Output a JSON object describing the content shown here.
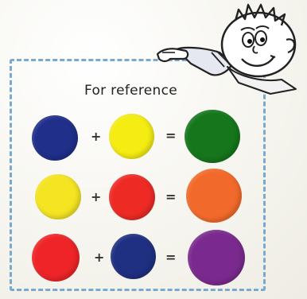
{
  "title": "For reference",
  "equations": [
    {
      "name": "blue-plus-yellow-equals-green",
      "first": "#1f2f8a",
      "second": "#f4ec12",
      "result": "#16761c",
      "plus": "+",
      "equals": "="
    },
    {
      "name": "yellow-plus-red-equals-orange",
      "first": "#f4e422",
      "second": "#ee2a25",
      "result": "#f26a2b",
      "plus": "+",
      "equals": "="
    },
    {
      "name": "red-plus-blue-equals-purple",
      "first": "#ee2428",
      "second": "#1f2f82",
      "result": "#7a2a8e",
      "plus": "+",
      "equals": "="
    }
  ],
  "illustration": {
    "character": "cartoon-boy-pointing"
  }
}
